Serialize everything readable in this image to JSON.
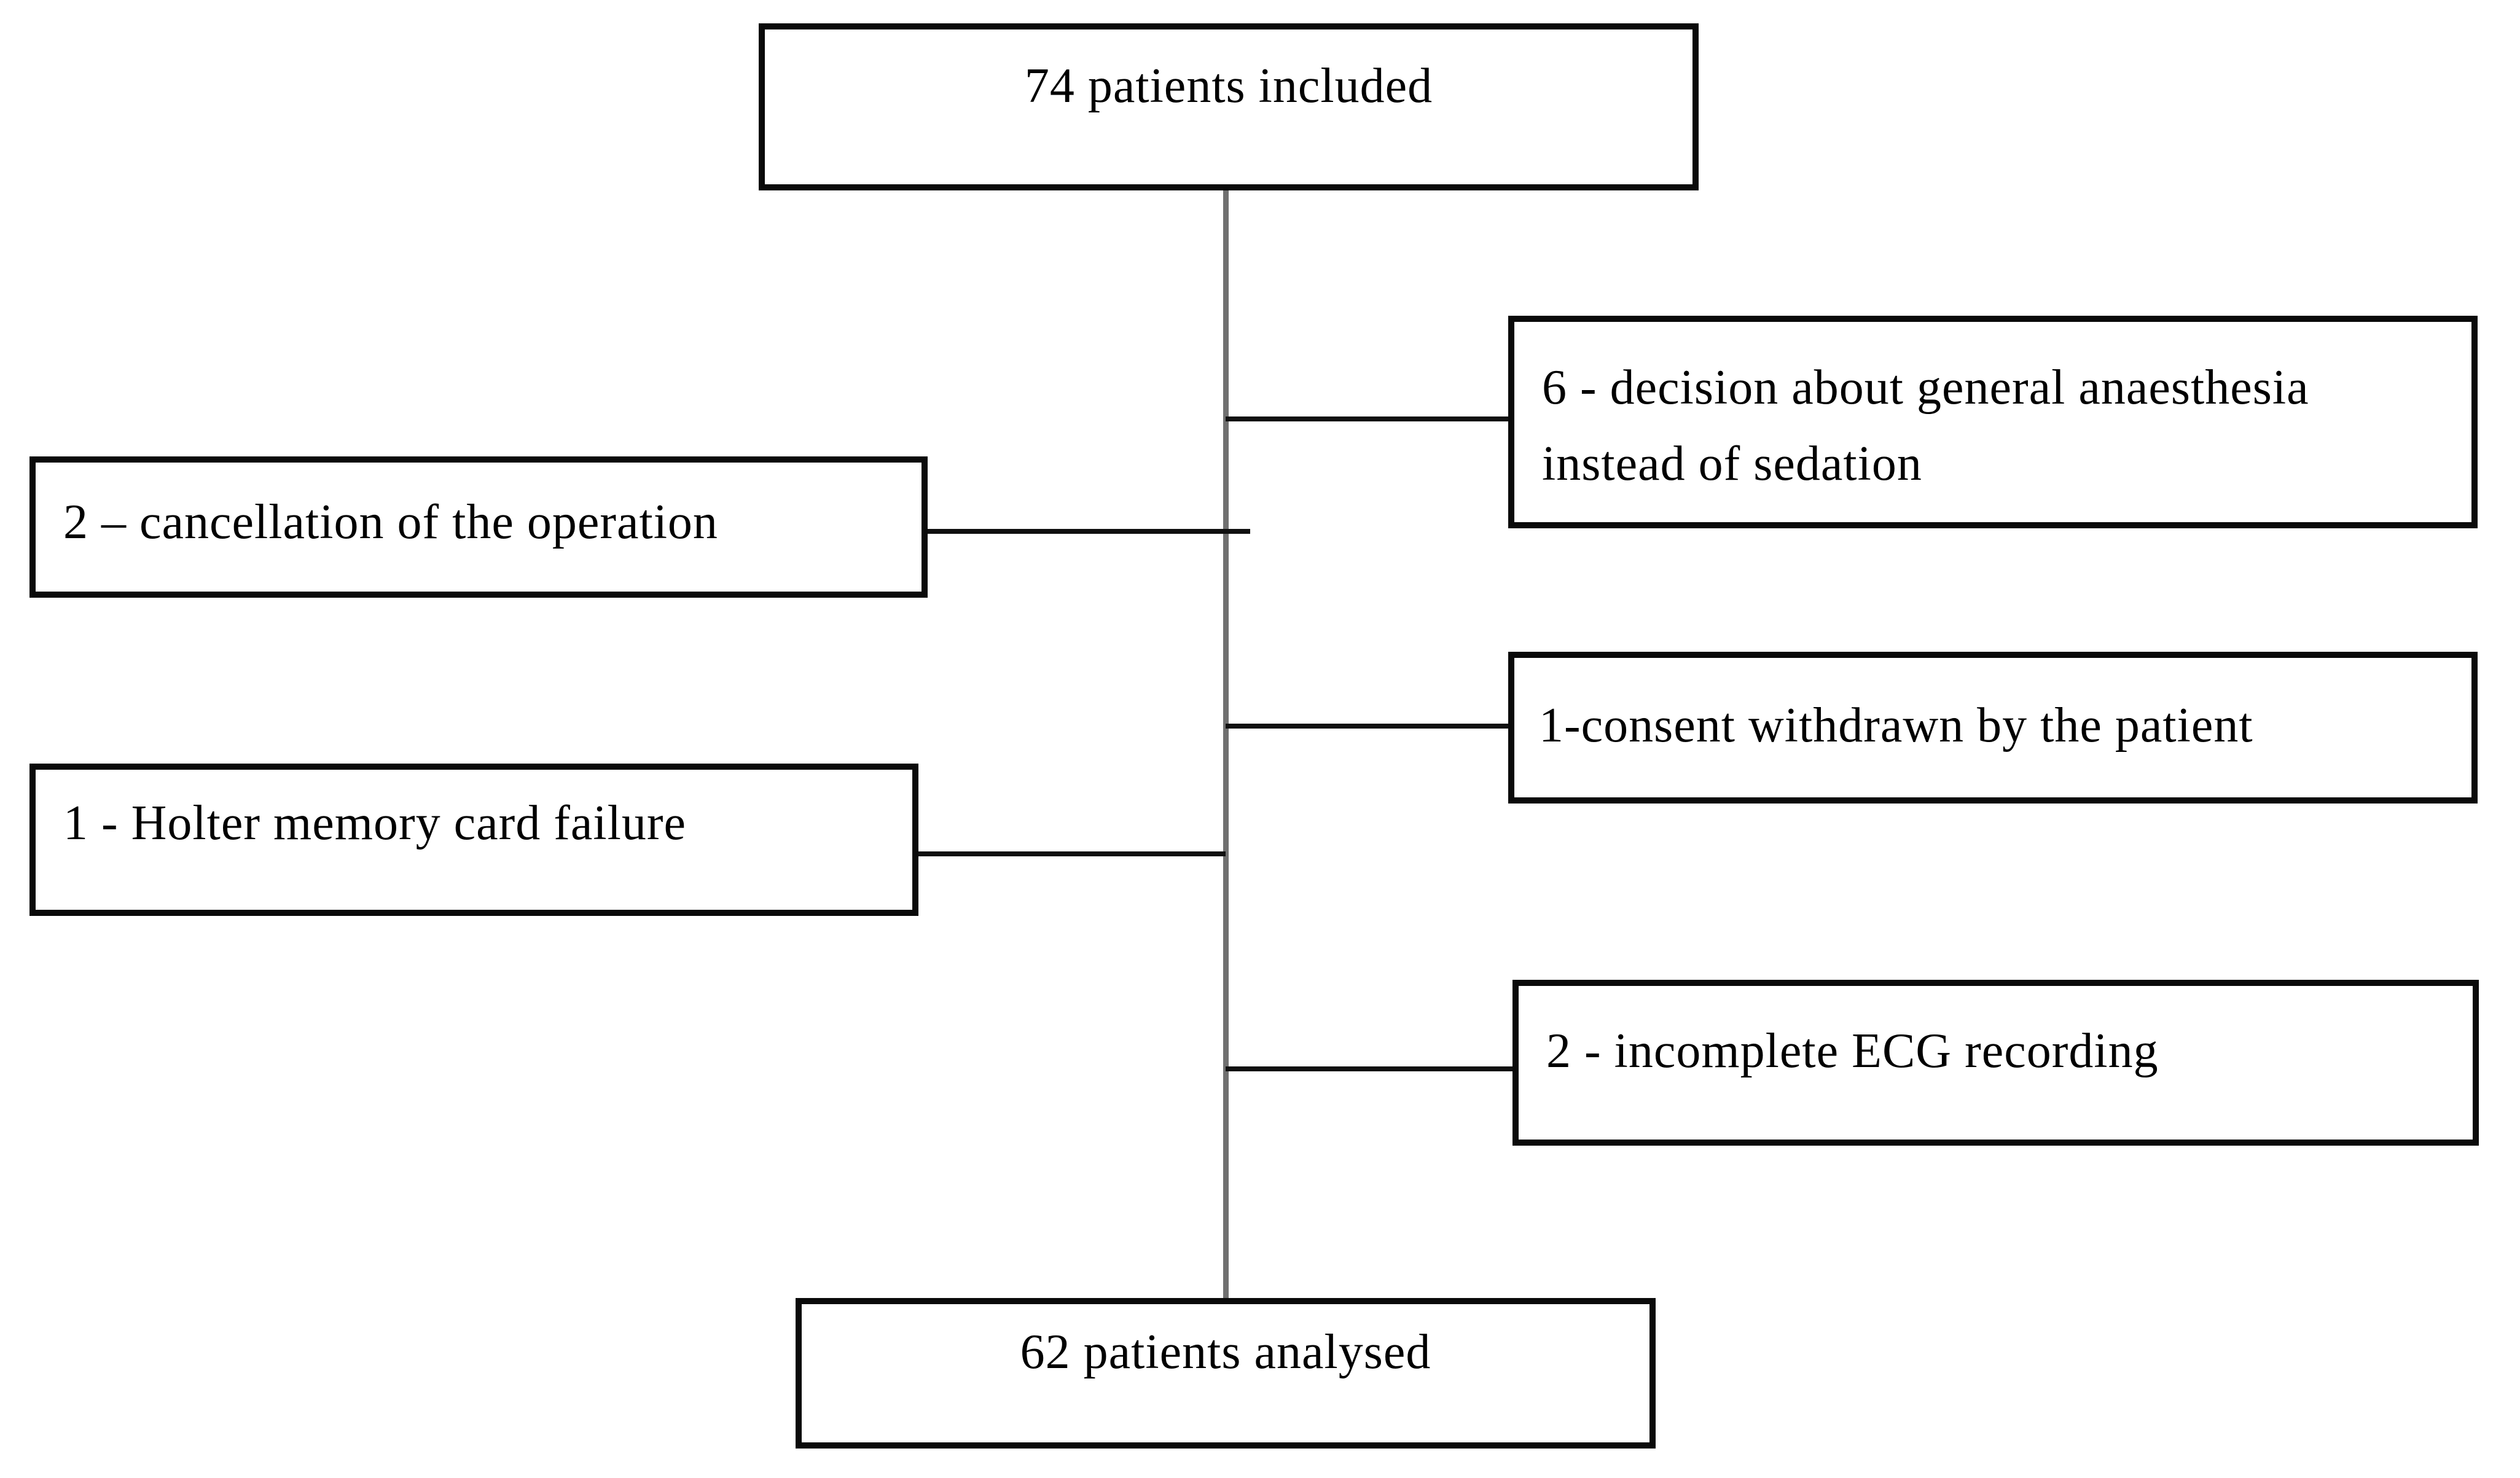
{
  "figure": {
    "kind": "patient-flow-diagram",
    "nodes": [
      {
        "id": "included",
        "count": 74,
        "label": "74 patients included"
      },
      {
        "id": "excluded-general-anaesthesia",
        "count": 6,
        "label": "6 - decision about general anaesthesia instead of sedation"
      },
      {
        "id": "excluded-cancellation",
        "count": 2,
        "label": "2 – cancellation of the operation"
      },
      {
        "id": "excluded-consent-withdrawn",
        "count": 1,
        "label": "1-consent withdrawn by the patient"
      },
      {
        "id": "excluded-holter-failure",
        "count": 1,
        "label": "1 - Holter memory card failure"
      },
      {
        "id": "excluded-incomplete-ecg",
        "count": 2,
        "label": "2 - incomplete ECG recording"
      },
      {
        "id": "analysed",
        "count": 62,
        "label": "62 patients analysed"
      }
    ],
    "colors": {
      "background": "#ffffff",
      "box_border": "#0a0a0a",
      "text": "#000000",
      "spine_line": "#707070",
      "branch_line": "#101010"
    }
  }
}
